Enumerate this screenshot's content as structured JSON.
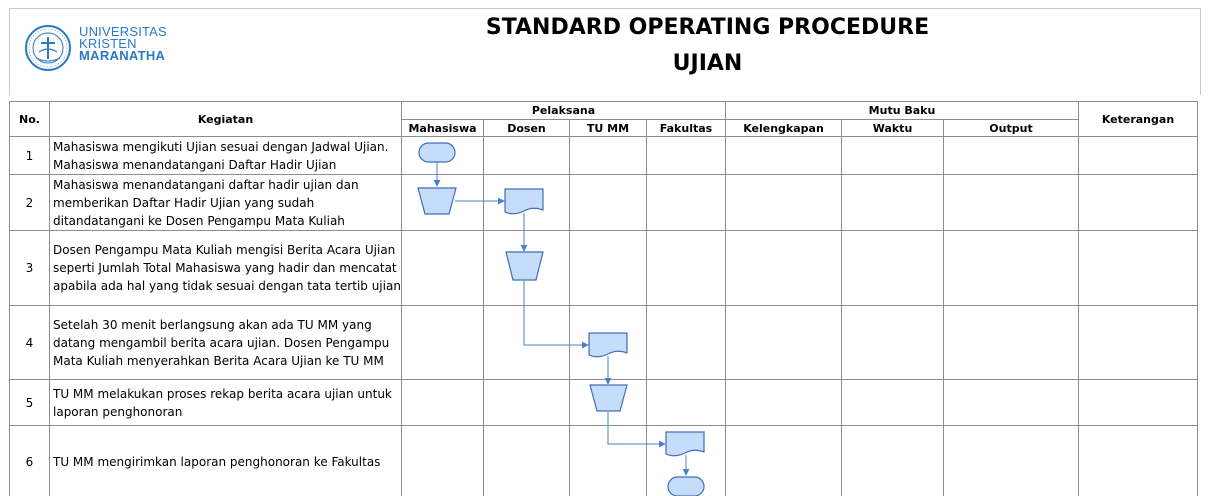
{
  "header": {
    "logo": {
      "line1": "UNIVERSITAS",
      "line2": "KRISTEN",
      "line3": "MARANATHA",
      "seal_text": "UNIVERSITAS KRISTEN MARANATHA BANDUNG"
    },
    "title_line1": "STANDARD OPERATING PROCEDURE",
    "title_line2": "UJIAN"
  },
  "table": {
    "headers": {
      "no": "No.",
      "kegiatan": "Kegiatan",
      "pelaksana": "Pelaksana",
      "mutu_baku": "Mutu Baku",
      "keterangan": "Keterangan"
    },
    "pelaksana_cols": [
      "Mahasiswa",
      "Dosen",
      "TU MM",
      "Fakultas"
    ],
    "mutu_cols": [
      "Kelengkapan",
      "Waktu",
      "Output"
    ],
    "rows": [
      {
        "no": "1",
        "kegiatan": [
          "Mahasiswa mengikuti Ujian sesuai dengan Jadwal Ujian.",
          "Mahasiswa menandatangani Daftar Hadir Ujian"
        ]
      },
      {
        "no": "2",
        "kegiatan": [
          "Mahasiswa menandatangani daftar hadir ujian dan",
          "memberikan Daftar Hadir Ujian yang sudah",
          "ditandatangani ke Dosen Pengampu Mata Kuliah"
        ]
      },
      {
        "no": "3",
        "kegiatan": [
          "Dosen Pengampu Mata Kuliah mengisi Berita Acara Ujian",
          "seperti Jumlah Total Mahasiswa yang hadir dan mencatat",
          "apabila ada hal yang tidak sesuai dengan tata tertib ujian"
        ]
      },
      {
        "no": "4",
        "kegiatan": [
          "Setelah 30 menit berlangsung akan ada TU MM yang",
          "datang mengambil berita acara ujian. Dosen Pengampu",
          "Mata Kuliah menyerahkan Berita Acara Ujian ke TU MM"
        ]
      },
      {
        "no": "5",
        "kegiatan": [
          "TU MM melakukan proses rekap berita acara ujian untuk",
          "laporan penghonoran"
        ]
      },
      {
        "no": "6",
        "kegiatan": [
          "TU MM mengirimkan laporan penghonoran ke Fakultas"
        ]
      }
    ]
  },
  "flow": {
    "steps": [
      {
        "row": 1,
        "actor": "Mahasiswa",
        "shape": "terminator"
      },
      {
        "row": 2,
        "actor": "Mahasiswa",
        "shape": "manual-operation"
      },
      {
        "row": 2,
        "actor": "Dosen",
        "shape": "document"
      },
      {
        "row": 3,
        "actor": "Dosen",
        "shape": "manual-operation"
      },
      {
        "row": 4,
        "actor": "TU MM",
        "shape": "document"
      },
      {
        "row": 5,
        "actor": "TU MM",
        "shape": "manual-operation"
      },
      {
        "row": 6,
        "actor": "Fakultas",
        "shape": "document"
      },
      {
        "row": 6,
        "actor": "Fakultas",
        "shape": "terminator"
      }
    ],
    "colors": {
      "shape_fill": "#c6dcfb",
      "shape_stroke": "#3f6fb5",
      "connector": "#4c7fc8"
    }
  }
}
